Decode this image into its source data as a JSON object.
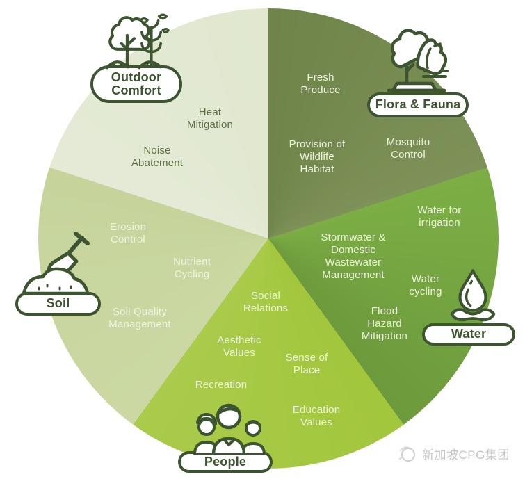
{
  "wheel": {
    "sectors": [
      {
        "id": "flora-fauna",
        "badge": "Flora & Fauna",
        "color": "#6f8449",
        "color2": "#7d9158",
        "labels": [
          "Fresh Produce",
          "Provision of Wildlife Habitat",
          "Mosquito Control"
        ]
      },
      {
        "id": "water",
        "badge": "Water",
        "color": "#7cae45",
        "color2": "#6d9a3c",
        "labels": [
          "Water for irrigation",
          "Stormwater & Domestic Wastewater Management",
          "Water cycling",
          "Flood Hazard Mitigation"
        ]
      },
      {
        "id": "people",
        "badge": "People",
        "color": "#a2c63c",
        "color2": "#aacb4b",
        "labels": [
          "Social Relations",
          "Aesthetic Values",
          "Sense of Place",
          "Recreation",
          "Education Values"
        ]
      },
      {
        "id": "soil",
        "badge": "Soil",
        "color": "#cbd8a3",
        "color2": "#c6d49c",
        "labels": [
          "Erosion Control",
          "Nutrient Cycling",
          "Soil Quality Management"
        ]
      },
      {
        "id": "outdoor-comfort",
        "badge": "Outdoor Comfort",
        "color": "#e4ead6",
        "color2": "#e1e8cf",
        "labels": [
          "Heat Mitigation",
          "Noise Abatement"
        ]
      }
    ]
  },
  "colors": {
    "outline_green": "#3d5430",
    "label_light": "#eff4de",
    "label_dark": "#5c6f42",
    "watermark_gray": "#c6c6c6"
  },
  "icons": [
    "tree-plants-icon",
    "tree-bird-icon",
    "water-droplet-icon",
    "people-group-icon",
    "shovel-soil-icon"
  ],
  "watermark": {
    "text": "新加坡CPG集团"
  }
}
